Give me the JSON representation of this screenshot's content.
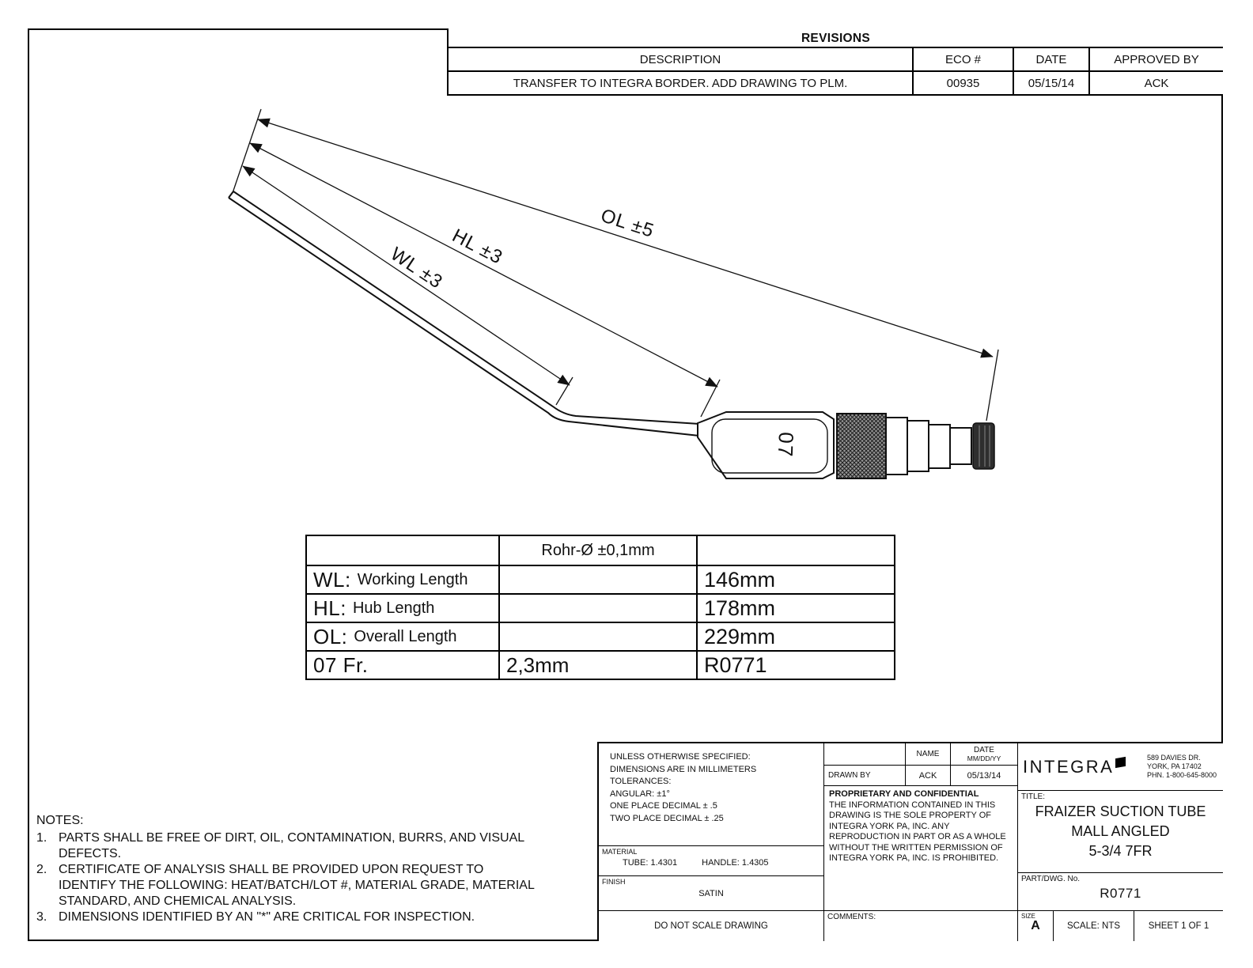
{
  "revisions": {
    "title": "REVISIONS",
    "headers": [
      "DESCRIPTION",
      "ECO #",
      "DATE",
      "APPROVED BY"
    ],
    "rows": [
      [
        "TRANSFER TO INTEGRA BORDER. ADD DRAWING TO PLM.",
        "00935",
        "05/15/14",
        "ACK"
      ]
    ]
  },
  "drawing": {
    "dim_labels": {
      "ol": "OL ±5",
      "hl": "HL ±3",
      "wl": "WL ±3"
    },
    "handle_marking": "07"
  },
  "dim_table": {
    "header": {
      "c0": "",
      "c1": "Rohr-Ø  ±0,1mm",
      "c2": ""
    },
    "rows": [
      {
        "prefix": "WL:",
        "label": "Working Length",
        "mid": "",
        "value": "146mm"
      },
      {
        "prefix": "HL:",
        "label": "Hub Length",
        "mid": "",
        "value": "178mm"
      },
      {
        "prefix": "OL:",
        "label": "Overall Length",
        "mid": "",
        "value": "229mm"
      },
      {
        "prefix": "07 Fr.",
        "label": "",
        "mid": "2,3mm",
        "value": "R0771"
      }
    ]
  },
  "notes": {
    "heading": "NOTES:",
    "items": [
      {
        "num": "1.",
        "text": "PARTS SHALL BE FREE OF DIRT, OIL, CONTAMINATION, BURRS, AND VISUAL DEFECTS."
      },
      {
        "num": "2.",
        "text": "CERTIFICATE OF ANALYSIS SHALL BE PROVIDED UPON REQUEST TO IDENTIFY THE FOLLOWING: HEAT/BATCH/LOT #, MATERIAL GRADE, MATERIAL STANDARD, AND CHEMICAL ANALYSIS."
      },
      {
        "num": "3.",
        "text": "DIMENSIONS IDENTIFIED BY AN \"*\" ARE CRITICAL FOR INSPECTION."
      }
    ]
  },
  "title_block": {
    "tolerances": [
      "UNLESS OTHERWISE SPECIFIED:",
      "DIMENSIONS ARE IN MILLIMETERS",
      "TOLERANCES:",
      "ANGULAR: ±1°",
      "ONE PLACE DECIMAL ± .5",
      "TWO PLACE DECIMAL ± .25"
    ],
    "material_label": "MATERIAL",
    "material_tube": "TUBE:  1.4301",
    "material_handle": "HANDLE: 1.4305",
    "finish_label": "FINISH",
    "finish_value": "SATIN",
    "do_not_scale": "DO NOT SCALE DRAWING",
    "signoff": {
      "name_header": "NAME",
      "date_header": "DATE",
      "date_sub": "MM/DD/YY",
      "drawn_by_label": "DRAWN BY",
      "drawn_by_name": "ACK",
      "drawn_by_date": "05/13/14"
    },
    "proprietary_heading": "PROPRIETARY AND CONFIDENTIAL",
    "proprietary_body": "THE INFORMATION CONTAINED IN THIS DRAWING IS THE SOLE PROPERTY OF INTEGRA YORK PA, INC.  ANY REPRODUCTION IN PART OR AS A WHOLE WITHOUT THE WRITTEN PERMISSION OF INTEGRA YORK PA, INC. IS PROHIBITED.",
    "comments_label": "COMMENTS:",
    "company_name": "INTEGRA",
    "company_address": [
      "589 DAVIES DR.",
      "YORK, PA 17402",
      "PHN. 1-800-645-8000"
    ],
    "title_label": "TITLE:",
    "title_lines": [
      "FRAIZER SUCTION TUBE",
      "MALL ANGLED",
      "5-3/4 7FR"
    ],
    "part_label": "PART/DWG. No.",
    "part_value": "R0771",
    "size_label": "SIZE",
    "size_value": "A",
    "scale": "SCALE: NTS",
    "sheet": "SHEET 1 OF 1"
  }
}
